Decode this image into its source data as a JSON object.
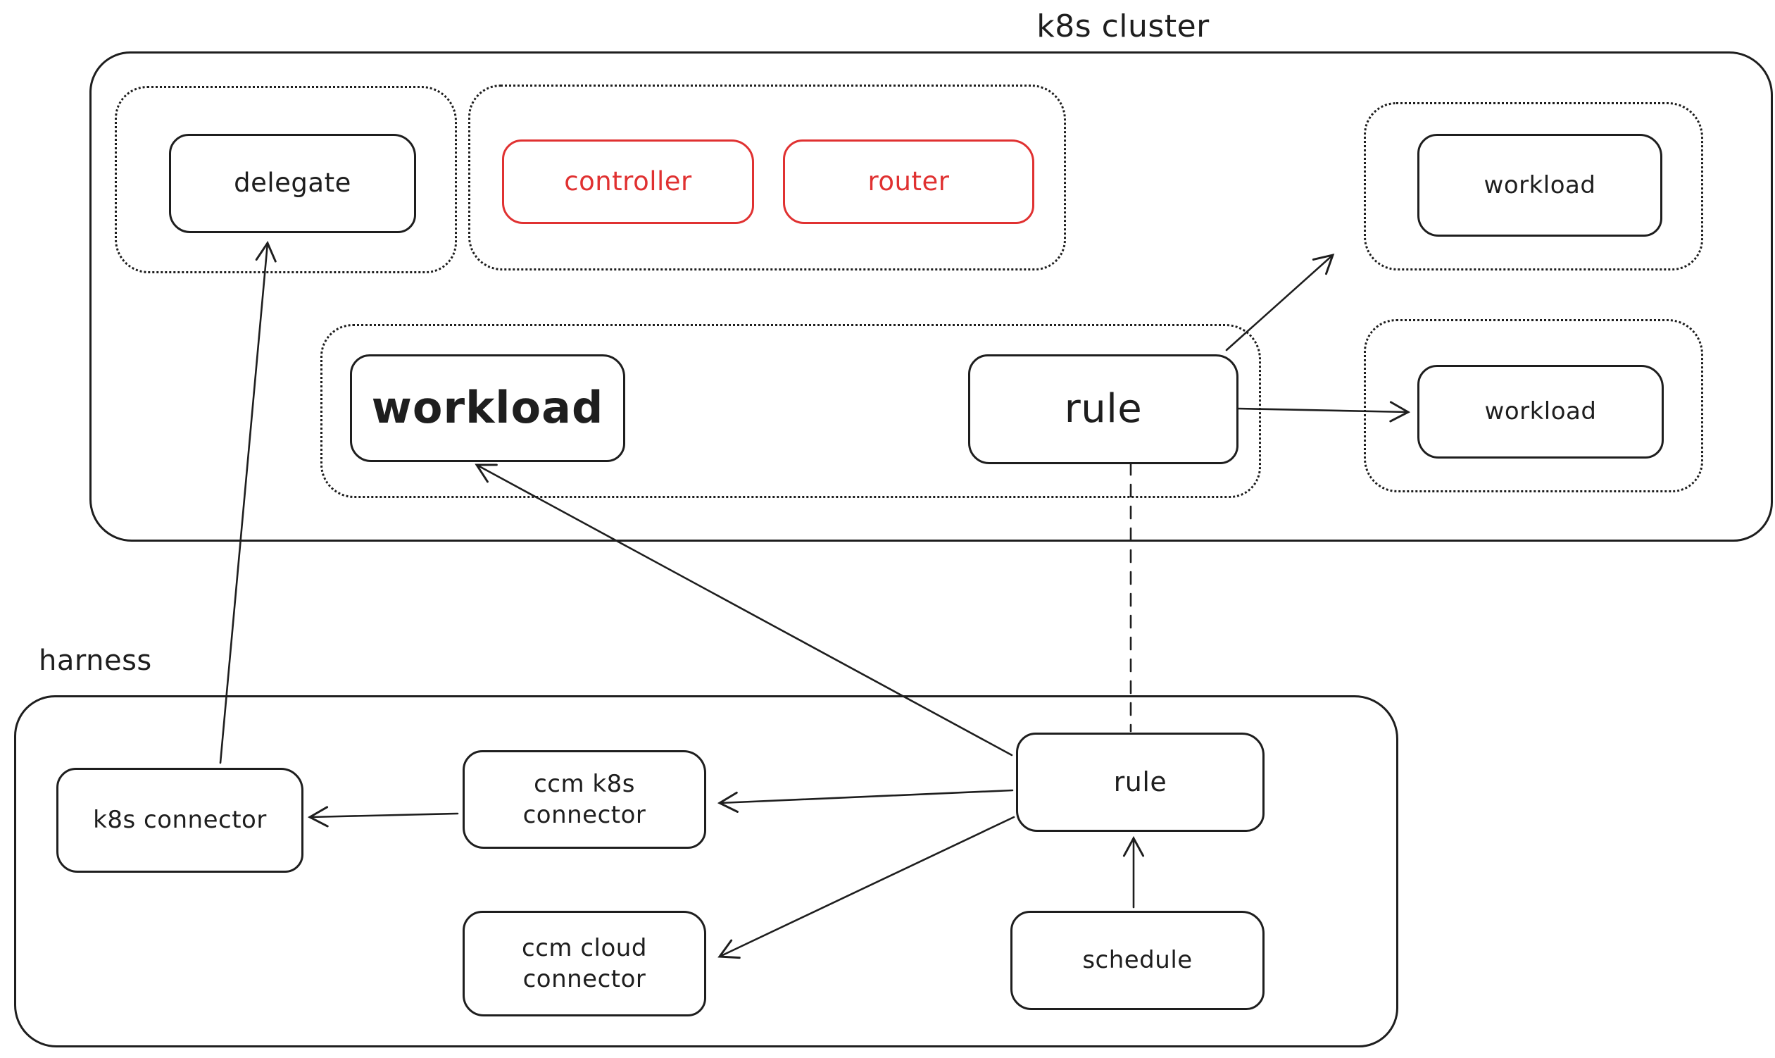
{
  "diagram": {
    "colors": {
      "background": "#ffffff",
      "stroke": "#1e1e1e",
      "accent_red": "#e03131"
    },
    "k8s_cluster": {
      "title": "k8s cluster",
      "delegate_label": "delegate",
      "controller_label": "controller",
      "router_label": "router",
      "workload_top_label": "workload",
      "workload_main_label": "workload",
      "rule_label": "rule",
      "workload_right_label": "workload"
    },
    "harness": {
      "title": "harness",
      "k8s_connector_label": "k8s connector",
      "ccm_k8s_connector_label": "ccm k8s connector",
      "ccm_cloud_connector_label": "ccm cloud connector",
      "rule_label": "rule",
      "schedule_label": "schedule"
    },
    "edges": [
      {
        "id": "k8s-connector-to-delegate",
        "from": "harness.k8s_connector",
        "to": "k8s_cluster.delegate_group",
        "style": "solid",
        "arrowhead": true
      },
      {
        "id": "harness-rule-to-workload-main",
        "from": "harness.rule",
        "to": "k8s_cluster.workload_main",
        "style": "solid",
        "arrowhead": true
      },
      {
        "id": "harness-rule-to-ccm-k8s-connector",
        "from": "harness.rule",
        "to": "harness.ccm_k8s_connector",
        "style": "solid",
        "arrowhead": true
      },
      {
        "id": "harness-rule-to-ccm-cloud-connector",
        "from": "harness.rule",
        "to": "harness.ccm_cloud_connector",
        "style": "solid",
        "arrowhead": true
      },
      {
        "id": "ccm-k8s-connector-to-k8s-connector",
        "from": "harness.ccm_k8s_connector",
        "to": "harness.k8s_connector",
        "style": "solid",
        "arrowhead": true
      },
      {
        "id": "schedule-to-harness-rule",
        "from": "harness.schedule",
        "to": "harness.rule",
        "style": "solid",
        "arrowhead": true
      },
      {
        "id": "k8s-rule-to-workload-top-group",
        "from": "k8s_cluster.rule",
        "to": "k8s_cluster.workload_top_group",
        "style": "solid",
        "arrowhead": true
      },
      {
        "id": "k8s-rule-to-workload-right",
        "from": "k8s_cluster.rule",
        "to": "k8s_cluster.workload_right",
        "style": "solid",
        "arrowhead": true
      },
      {
        "id": "k8s-rule-to-harness-rule",
        "from": "k8s_cluster.rule",
        "to": "harness.rule",
        "style": "dashed",
        "arrowhead": false
      }
    ]
  }
}
